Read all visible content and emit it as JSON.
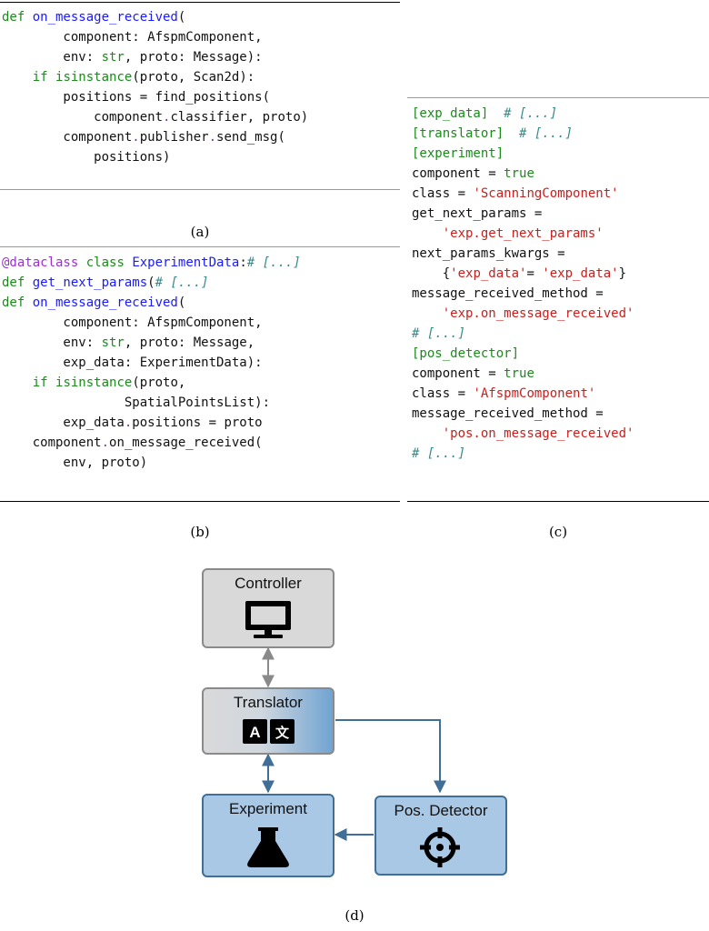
{
  "panel_a": {
    "caption": "(a)",
    "lines": [
      [
        [
          "kw",
          "def "
        ],
        [
          "fn",
          "on_message_received"
        ],
        [
          "",
          "("
        ]
      ],
      [
        [
          "",
          "        component: AfspmComponent,"
        ]
      ],
      [
        [
          "",
          "        env: "
        ],
        [
          "bi",
          "str"
        ],
        [
          "",
          ", proto: Message):"
        ]
      ],
      [
        [
          "",
          "    "
        ],
        [
          "kw",
          "if "
        ],
        [
          "bi",
          "isinstance"
        ],
        [
          "",
          "(proto, Scan2d):"
        ]
      ],
      [
        [
          "",
          "        positions = find_positions("
        ]
      ],
      [
        [
          "",
          "            component"
        ],
        [
          "op",
          "."
        ],
        [
          "",
          "classifier, proto)"
        ]
      ],
      [
        [
          "",
          "        component"
        ],
        [
          "op",
          "."
        ],
        [
          "",
          "publisher"
        ],
        [
          "op",
          "."
        ],
        [
          "",
          "send_msg("
        ]
      ],
      [
        [
          "",
          "            positions)"
        ]
      ]
    ]
  },
  "panel_b": {
    "caption": "(b)",
    "lines": [
      [
        [
          "dec",
          "@dataclass"
        ],
        [
          "",
          " "
        ],
        [
          "kw",
          "class "
        ],
        [
          "fn",
          "ExperimentData"
        ],
        [
          "",
          ":"
        ],
        [
          "cm",
          "# [...]"
        ]
      ],
      [
        [
          "kw",
          "def "
        ],
        [
          "fn",
          "get_next_params"
        ],
        [
          "",
          "("
        ],
        [
          "cm",
          "# [...]"
        ]
      ],
      [
        [
          "kw",
          "def "
        ],
        [
          "fn",
          "on_message_received"
        ],
        [
          "",
          "("
        ]
      ],
      [
        [
          "",
          "        component: AfspmComponent,"
        ]
      ],
      [
        [
          "",
          "        env: "
        ],
        [
          "bi",
          "str"
        ],
        [
          "",
          ", proto: Message,"
        ]
      ],
      [
        [
          "",
          "        exp_data: ExperimentData):"
        ]
      ],
      [
        [
          "",
          "    "
        ],
        [
          "kw",
          "if "
        ],
        [
          "bi",
          "isinstance"
        ],
        [
          "",
          "(proto,"
        ]
      ],
      [
        [
          "",
          "                SpatialPointsList):"
        ]
      ],
      [
        [
          "",
          "        exp_data"
        ],
        [
          "op",
          "."
        ],
        [
          "",
          "positions = proto"
        ]
      ],
      [
        [
          "",
          "    component"
        ],
        [
          "op",
          "."
        ],
        [
          "",
          "on_message_received("
        ]
      ],
      [
        [
          "",
          "        env, proto)"
        ]
      ]
    ]
  },
  "panel_c": {
    "caption": "(c)",
    "lines": [
      [
        [
          "sec",
          "[exp_data]"
        ],
        [
          "",
          "  "
        ],
        [
          "cm",
          "# [...]"
        ]
      ],
      [
        [
          "sec",
          "[translator]"
        ],
        [
          "",
          "  "
        ],
        [
          "cm",
          "# [...]"
        ]
      ],
      [
        [
          "sec",
          "[experiment]"
        ]
      ],
      [
        [
          "",
          "component = "
        ],
        [
          "tv",
          "true"
        ]
      ],
      [
        [
          "",
          "class = "
        ],
        [
          "str",
          "'ScanningComponent'"
        ]
      ],
      [
        [
          "",
          "get_next_params ="
        ]
      ],
      [
        [
          "",
          "    "
        ],
        [
          "str",
          "'exp.get_next_params'"
        ]
      ],
      [
        [
          "",
          "next_params_kwargs ="
        ]
      ],
      [
        [
          "",
          "    {"
        ],
        [
          "str",
          "'exp_data'"
        ],
        [
          "",
          "= "
        ],
        [
          "str",
          "'exp_data'"
        ],
        [
          "",
          "}"
        ]
      ],
      [
        [
          "",
          "message_received_method ="
        ]
      ],
      [
        [
          "",
          "    "
        ],
        [
          "str",
          "'exp.on_message_received'"
        ]
      ],
      [
        [
          "cm",
          "# [...]"
        ]
      ],
      [
        [
          "sec",
          "[pos_detector]"
        ]
      ],
      [
        [
          "",
          "component = "
        ],
        [
          "tv",
          "true"
        ]
      ],
      [
        [
          "",
          "class = "
        ],
        [
          "str",
          "'AfspmComponent'"
        ]
      ],
      [
        [
          "",
          "message_received_method ="
        ]
      ],
      [
        [
          "",
          "    "
        ],
        [
          "str",
          "'pos.on_message_received'"
        ]
      ],
      [
        [
          "cm",
          "# [...]"
        ]
      ]
    ]
  },
  "panel_d": {
    "caption": "(d)",
    "nodes": {
      "controller": "Controller",
      "translator": "Translator",
      "experiment": "Experiment",
      "pos_detector": "Pos. Detector"
    },
    "translator_glyph_a": "A",
    "translator_glyph_b": "文",
    "colors": {
      "gray_fill": "#d9d9d9",
      "gray_stroke": "#8a8a8a",
      "blue_fill": "#a9c8e6",
      "blue_stroke": "#3f6e96",
      "gray_arrow": "#8a8a8a",
      "blue_arrow": "#3f6e96"
    },
    "icons": [
      "monitor-icon",
      "translate-icon",
      "flask-icon",
      "crosshair-icon"
    ]
  }
}
